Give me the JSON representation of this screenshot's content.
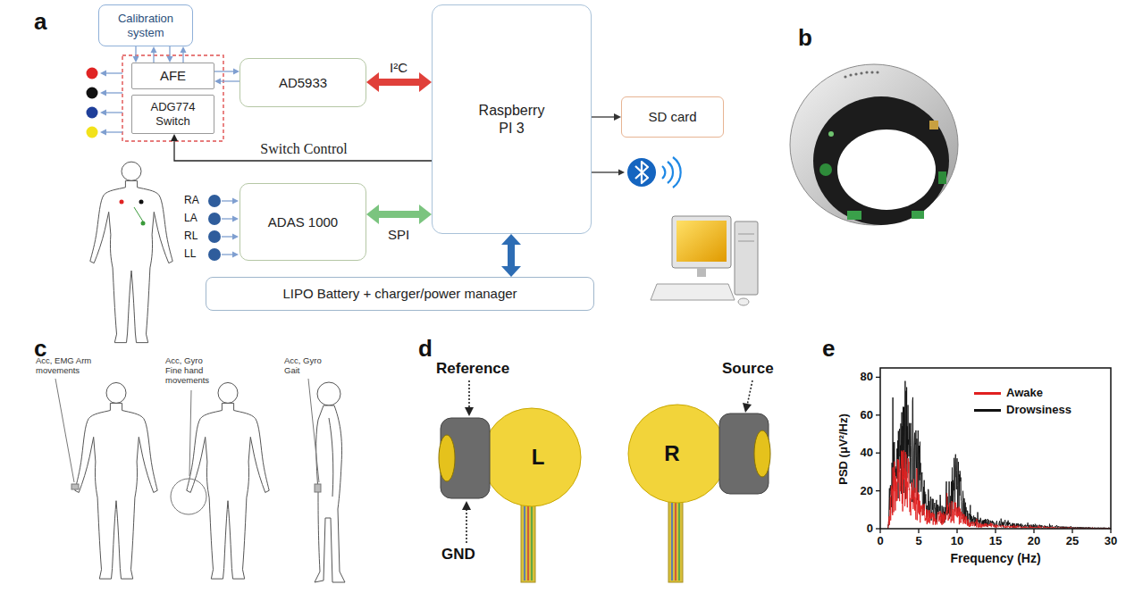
{
  "diagram": {
    "nodes": [
      {
        "text": [
          "Calibration system"
        ]
      },
      {
        "text": [
          "AFE"
        ]
      },
      {
        "text": [
          "ADG774 Switch"
        ]
      },
      {
        "text": [
          "AD5933"
        ]
      },
      {
        "text": [
          "Raspberry PI 3"
        ]
      },
      {
        "text": [
          "SD card"
        ]
      },
      {
        "text": [
          "ADAS 1000"
        ]
      },
      {
        "text": [
          "LIPO Battery + charger/power manager"
        ]
      }
    ],
    "edges": [
      {
        "from": 0,
        "to": 1,
        "arrow": "to"
      },
      {
        "from": 1,
        "to": 0,
        "arrow": "to"
      },
      {
        "from": 0,
        "to": 1,
        "arrow": "to"
      },
      {
        "from": 1,
        "to": 0,
        "arrow": "to"
      },
      {
        "from": 1,
        "to": 3,
        "arrow": "to"
      },
      {
        "from": 3,
        "to": 1,
        "arrow": "to"
      },
      {
        "from": 3,
        "to": 4,
        "label": "I²C",
        "arrow": "both"
      },
      {
        "from": 4,
        "to": 2,
        "label": "Switch Control",
        "arrow": "to"
      },
      {
        "from": 4,
        "to": 5,
        "arrow": "to"
      },
      {
        "from": 6,
        "to": 4,
        "label": "SPI",
        "arrow": "both"
      },
      {
        "from": 4,
        "to": 7,
        "arrow": "both"
      }
    ],
    "labels": [
      "a",
      "RA",
      "LA",
      "RL",
      "LL",
      "b",
      "c",
      "Acc, EMG Arm movements",
      "Acc, Gyro Fine hand movements",
      "Acc, Gyro Gait",
      "d",
      "Reference",
      "GND",
      "L",
      "Source",
      "R",
      "e",
      "80",
      "60",
      "40",
      "20",
      "0",
      "PSD (μV²/Hz)",
      "0",
      "5",
      "10",
      "15",
      "20",
      "25",
      "30",
      "Frequency (Hz)"
    ],
    "legend": [
      {
        "text": "Awake",
        "color": "#e02020"
      },
      {
        "text": "Drowsiness",
        "color": "#111111"
      }
    ]
  }
}
